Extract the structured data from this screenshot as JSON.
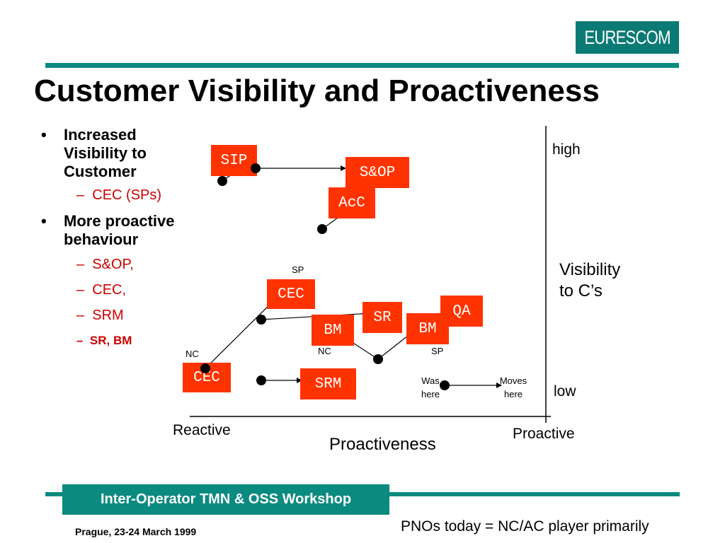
{
  "logo": {
    "text": "EURESCOM"
  },
  "title": "Customer Visibility and Proactiveness",
  "bullets": [
    {
      "line1": "Increased",
      "line2": "Visibility to",
      "line3": "Customer",
      "subs": [
        "CEC (SPs)"
      ]
    },
    {
      "line1": "More proactive",
      "line2": "behaviour",
      "subs": [
        "S&OP,",
        "CEC,",
        "SRM"
      ],
      "bold_sub": "SR, BM"
    }
  ],
  "diagram": {
    "boxes": {
      "sip": "SIP",
      "sop": "S&OP",
      "acc": "AcC",
      "cec_top": "CEC",
      "sr": "SR",
      "qa": "QA",
      "bm_left": "BM",
      "bm_right": "BM",
      "cec_bottom": "CEC",
      "srm": "SRM"
    },
    "labels": {
      "sp_top": "SP",
      "nc_left": "NC",
      "nc_mid": "NC",
      "sp_mid": "SP",
      "was_here_1": "Was",
      "was_here_2": "here",
      "moves_here_1": "Moves",
      "moves_here_2": "here"
    },
    "axes": {
      "high": "high",
      "low": "low",
      "y_label_1": "Visibility",
      "y_label_2": "to C’s",
      "reactive": "Reactive",
      "proactive": "Proactive",
      "x_label": "Proactiveness"
    }
  },
  "footer": {
    "workshop": "Inter-Operator TMN & OSS Workshop",
    "location": "Prague, 23-24 March 1999",
    "note": "PNOs today  = NC/AC player primarily"
  },
  "colors": {
    "accent": "#0b8a80",
    "box": "#ff3300",
    "sub_text": "#cc0000"
  }
}
